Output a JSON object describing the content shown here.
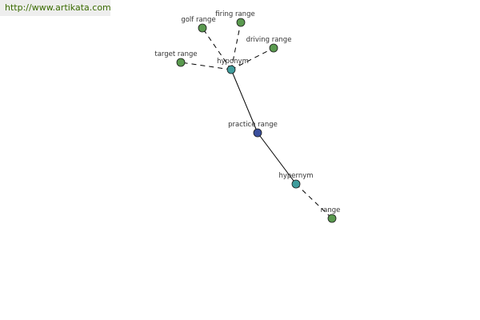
{
  "watermark": "http://www.artikata.com",
  "colors": {
    "leaf": "#5a9a4f",
    "relation": "#3f9c9c",
    "center": "#3a4f9c",
    "edge": "#000000"
  },
  "nodes": [
    {
      "id": "practice-range",
      "label": "practice range",
      "kind": "center"
    },
    {
      "id": "hyponym",
      "label": "hyponym",
      "kind": "relation"
    },
    {
      "id": "hypernym",
      "label": "hypernym",
      "kind": "relation"
    },
    {
      "id": "golf-range",
      "label": "golf range",
      "kind": "leaf"
    },
    {
      "id": "firing-range",
      "label": "firing range",
      "kind": "leaf"
    },
    {
      "id": "driving-range",
      "label": "driving range",
      "kind": "leaf"
    },
    {
      "id": "target-range",
      "label": "target range",
      "kind": "leaf"
    },
    {
      "id": "range",
      "label": "range",
      "kind": "leaf"
    }
  ],
  "edges": [
    {
      "from": "practice-range",
      "to": "hyponym",
      "style": "solid"
    },
    {
      "from": "practice-range",
      "to": "hypernym",
      "style": "solid"
    },
    {
      "from": "hyponym",
      "to": "golf-range",
      "style": "dashed"
    },
    {
      "from": "hyponym",
      "to": "firing-range",
      "style": "dashed"
    },
    {
      "from": "hyponym",
      "to": "driving-range",
      "style": "dashed"
    },
    {
      "from": "hyponym",
      "to": "target-range",
      "style": "dashed"
    },
    {
      "from": "hypernym",
      "to": "range",
      "style": "dashed"
    }
  ]
}
